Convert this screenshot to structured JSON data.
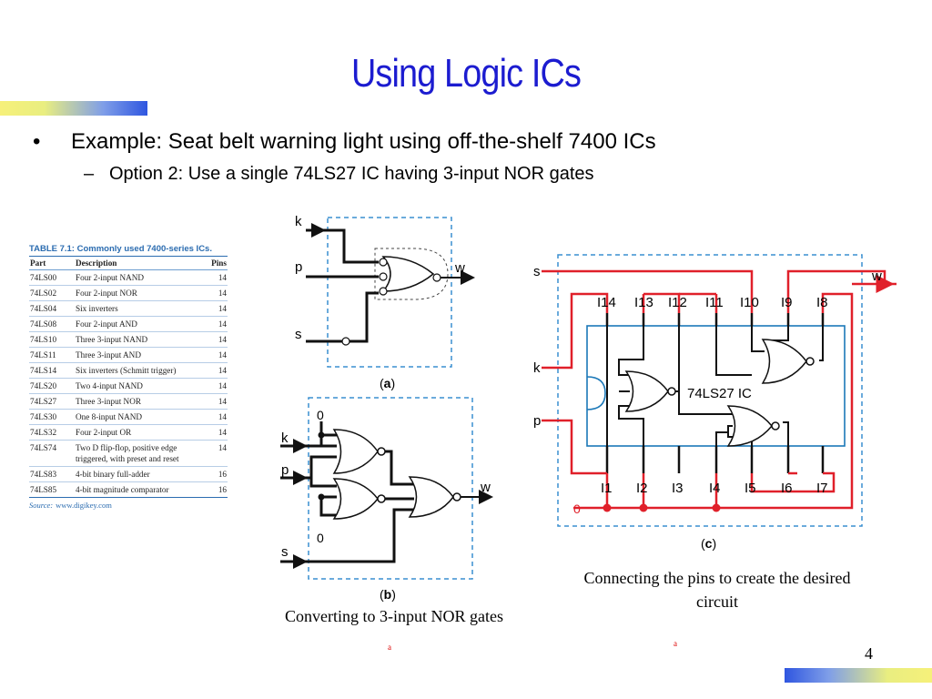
{
  "slide": {
    "title": "Using Logic ICs",
    "bullet": "Example: Seat belt warning light using off-the-shelf 7400 ICs",
    "sub_bullet": "Option 2: Use a single 74LS27 IC having 3-input NOR gates",
    "page_number": "4",
    "marker_a": "a",
    "marker_b": "a"
  },
  "table": {
    "caption": "TABLE 7.1:  Commonly used 7400-series ICs.",
    "headers": [
      "Part",
      "Description",
      "Pins"
    ],
    "rows": [
      [
        "74LS00",
        "Four 2-input NAND",
        "14"
      ],
      [
        "74LS02",
        "Four 2-input NOR",
        "14"
      ],
      [
        "74LS04",
        "Six inverters",
        "14"
      ],
      [
        "74LS08",
        "Four 2-input AND",
        "14"
      ],
      [
        "74LS10",
        "Three 3-input NAND",
        "14"
      ],
      [
        "74LS11",
        "Three 3-input AND",
        "14"
      ],
      [
        "74LS14",
        "Six inverters (Schmitt trigger)",
        "14"
      ],
      [
        "74LS20",
        "Two 4-input NAND",
        "14"
      ],
      [
        "74LS27",
        "Three 3-input NOR",
        "14"
      ],
      [
        "74LS30",
        "One 8-input NAND",
        "14"
      ],
      [
        "74LS32",
        "Four 2-input OR",
        "14"
      ],
      [
        "74LS74",
        "Two D flip-flop, positive edge triggered, with preset and reset",
        "14"
      ],
      [
        "74LS83",
        "4-bit binary full-adder",
        "16"
      ],
      [
        "74LS85",
        "4-bit magnitude comparator",
        "16"
      ]
    ],
    "source_label": "Source:",
    "source_value": "www.digikey.com"
  },
  "diagram_a": {
    "inputs": [
      "k",
      "p",
      "s"
    ],
    "output": "w",
    "label_open": "(",
    "label_letter": "a",
    "label_close": ")"
  },
  "diagram_b": {
    "inputs": [
      "k",
      "p",
      "s"
    ],
    "zero_top": "0",
    "zero_bottom": "0",
    "output": "w",
    "label_open": "(",
    "label_letter": "b",
    "label_close": ")",
    "caption": "Converting to 3-input NOR gates"
  },
  "diagram_c": {
    "inputs": [
      "s",
      "k",
      "p"
    ],
    "output": "w",
    "zero": "0",
    "chip": "74LS27 IC",
    "pins_top": [
      "I14",
      "I13",
      "I12",
      "I11",
      "I10",
      "I9",
      "I8"
    ],
    "pins_bottom": [
      "I1",
      "I2",
      "I3",
      "I4",
      "I5",
      "I6",
      "I7"
    ],
    "label_open": "(",
    "label_letter": "c",
    "label_close": ")",
    "caption": "Connecting the pins to create the desired circuit"
  },
  "colors": {
    "title": "#1c1cd0",
    "wire_red": "#e0202a",
    "chip_blue": "#1b78b8",
    "dashed_box": "#3a8fd0"
  }
}
